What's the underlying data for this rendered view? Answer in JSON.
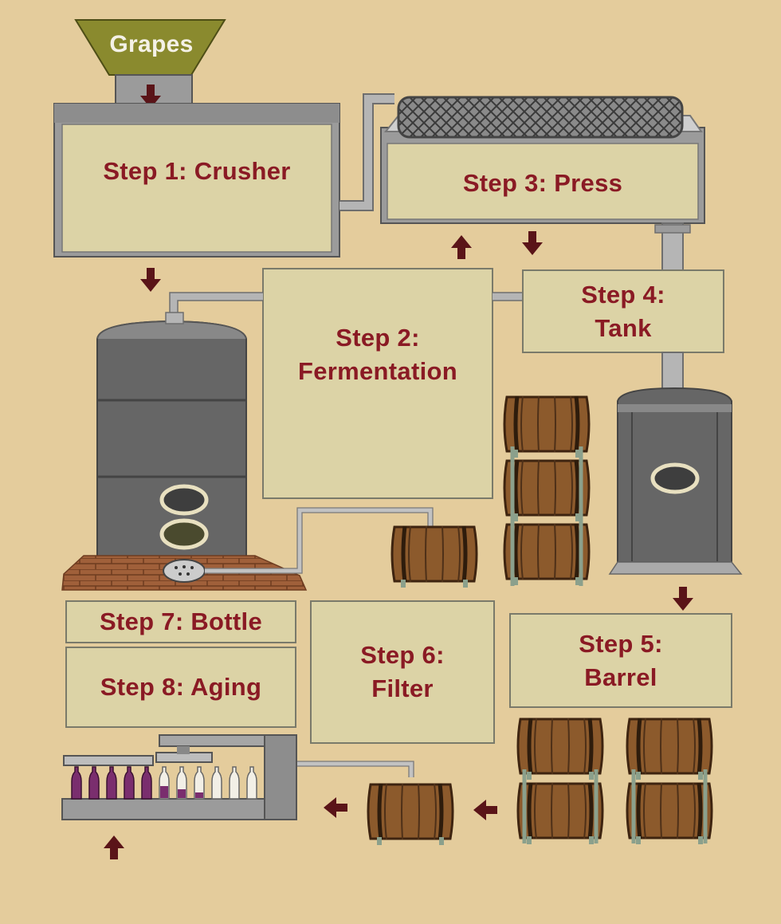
{
  "diagram": {
    "hopper": {
      "label": "Grapes"
    },
    "steps": [
      {
        "id": "crusher",
        "label": "Step 1: Crusher"
      },
      {
        "id": "fermentation",
        "label": "Step 2:\nFermentation"
      },
      {
        "id": "press",
        "label": "Step 3: Press"
      },
      {
        "id": "tank",
        "label": "Step 4:\nTank"
      },
      {
        "id": "barrel",
        "label": "Step 5:\nBarrel"
      },
      {
        "id": "filter",
        "label": "Step 6:\nFilter"
      },
      {
        "id": "bottle",
        "label": "Step 7: Bottle"
      },
      {
        "id": "aging",
        "label": "Step 8: Aging"
      }
    ]
  },
  "colors": {
    "background": "#e4cc9c",
    "box_fill": "#dcd3a6",
    "label_text": "#8a1a24",
    "machine_gray": "#6b6b6b",
    "hopper_green": "#8a8a2e",
    "arrow": "#5a1418",
    "barrel_wood": "#8c5a2c",
    "brick": "#a0603a",
    "wine": "#7a2e6e"
  }
}
